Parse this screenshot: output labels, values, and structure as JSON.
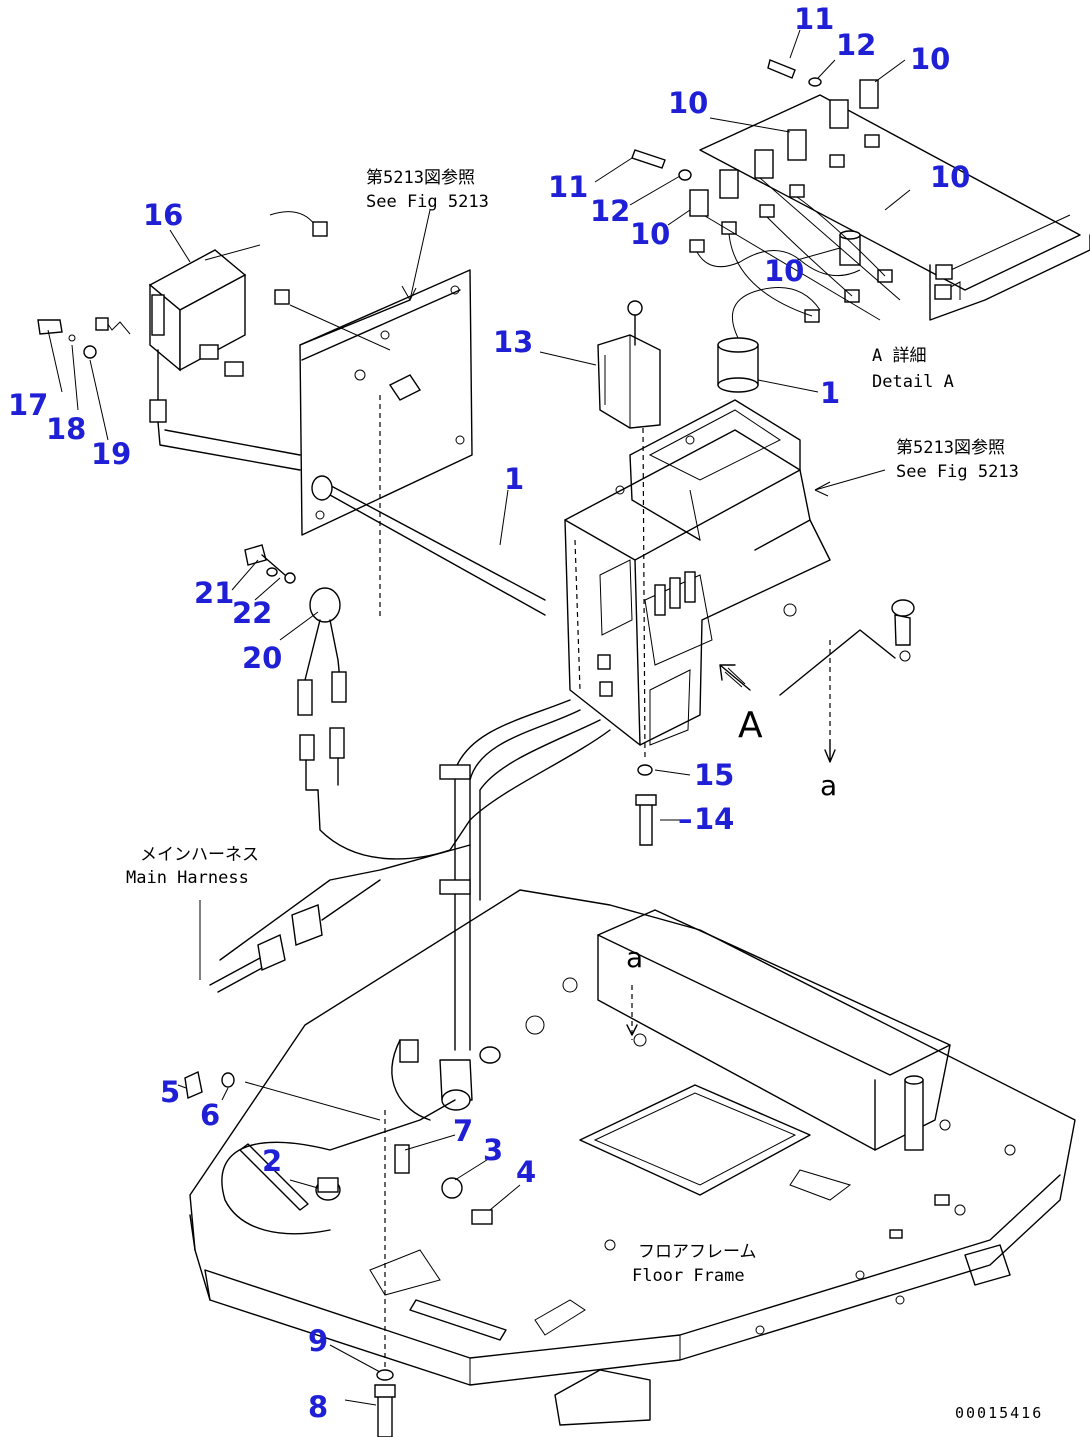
{
  "figure_code": "00015416",
  "view_letter": "A",
  "arrow_letter": "a",
  "annotations": {
    "see_fig_top_jp": "第5213図参照",
    "see_fig_top_en": "See Fig 5213",
    "see_fig_right_jp": "第5213図参照",
    "see_fig_right_en": "See Fig 5213",
    "detail_jp": "A 詳細",
    "detail_en": "Detail A",
    "main_harness_jp": "メインハーネス",
    "main_harness_en": "Main Harness",
    "floor_frame_jp": "フロアフレーム",
    "floor_frame_en": "Floor Frame"
  },
  "callouts": [
    {
      "id": "c11a",
      "label": "11"
    },
    {
      "id": "c12a",
      "label": "12"
    },
    {
      "id": "c10a",
      "label": "10"
    },
    {
      "id": "c10b",
      "label": "10"
    },
    {
      "id": "c11b",
      "label": "11"
    },
    {
      "id": "c12b",
      "label": "12"
    },
    {
      "id": "c10c",
      "label": "10"
    },
    {
      "id": "c10d",
      "label": "10"
    },
    {
      "id": "c10e",
      "label": "10"
    },
    {
      "id": "c16",
      "label": "16"
    },
    {
      "id": "c13",
      "label": "13"
    },
    {
      "id": "c1a",
      "label": "1"
    },
    {
      "id": "c17",
      "label": "17"
    },
    {
      "id": "c18",
      "label": "18"
    },
    {
      "id": "c19",
      "label": "19"
    },
    {
      "id": "c1b",
      "label": "1"
    },
    {
      "id": "c21",
      "label": "21"
    },
    {
      "id": "c22",
      "label": "22"
    },
    {
      "id": "c20",
      "label": "20"
    },
    {
      "id": "c15",
      "label": "15"
    },
    {
      "id": "c14",
      "label": "14"
    },
    {
      "id": "c5",
      "label": "5"
    },
    {
      "id": "c6",
      "label": "6"
    },
    {
      "id": "c7",
      "label": "7"
    },
    {
      "id": "c2",
      "label": "2"
    },
    {
      "id": "c3",
      "label": "3"
    },
    {
      "id": "c4",
      "label": "4"
    },
    {
      "id": "c9",
      "label": "9"
    },
    {
      "id": "c8",
      "label": "8"
    }
  ],
  "colors": {
    "callout": "#1f1fd6",
    "line": "#000000",
    "background": "#ffffff"
  }
}
